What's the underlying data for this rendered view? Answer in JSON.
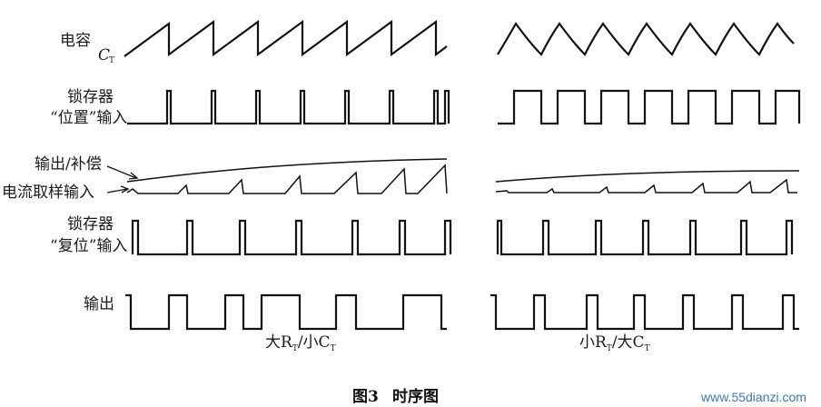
{
  "signal_labels": {
    "capacitor": "电容",
    "capacitor_symbol": "C",
    "capacitor_subscript": "T",
    "latch_set_line1": "锁存器",
    "latch_set_line2": "“位置”输入",
    "output_comp": "输出/补偿",
    "current_sense": "电流取样输入",
    "latch_reset_line1": "锁存器",
    "latch_reset_line2": "“复位”输入",
    "output": "输出"
  },
  "conditions": {
    "left_a": "大R",
    "left_sub_a": "T",
    "left_b": "/小C",
    "left_sub_b": "T",
    "right_a": "小R",
    "right_sub_a": "T",
    "right_b": "/大C",
    "right_sub_b": "T"
  },
  "caption": {
    "number": "图3",
    "title": "时序图"
  },
  "watermark": "www.55dianzi.com"
}
